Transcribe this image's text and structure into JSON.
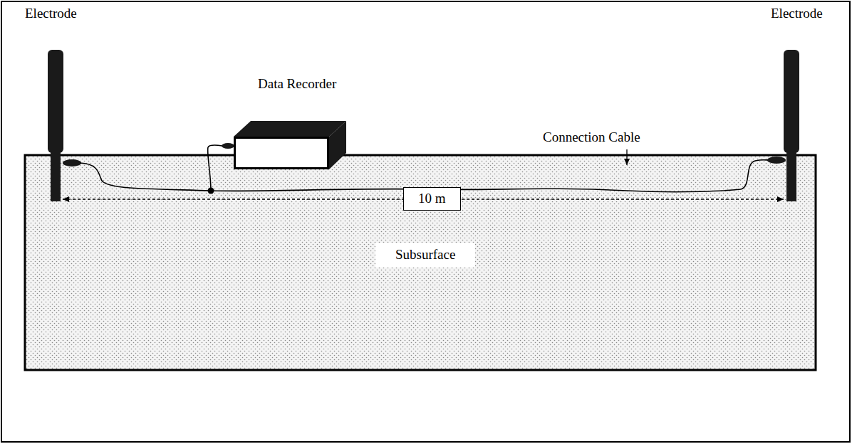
{
  "diagram": {
    "nodes": [
      {
        "text": [
          "Subsurface"
        ]
      }
    ],
    "labels": [
      "Electrode",
      "Electrode",
      "Data Recorder",
      "Connection Cable",
      "10 m"
    ]
  }
}
